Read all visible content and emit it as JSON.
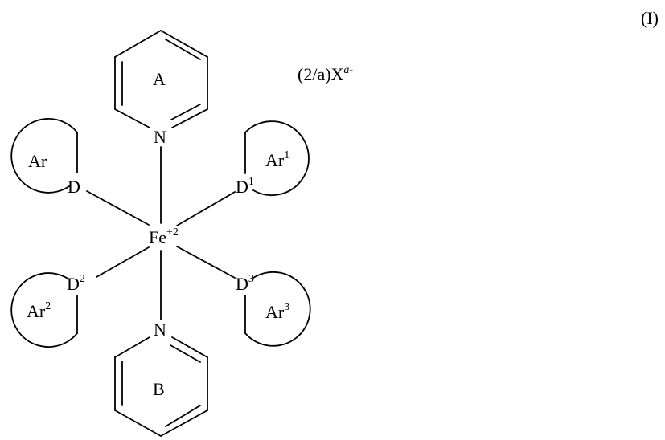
{
  "equation_number": "(I)",
  "counter_ion": {
    "prefix": "(2/a)X",
    "charge": "a-"
  },
  "metal": {
    "symbol": "Fe",
    "charge": "+2"
  },
  "pyridine_rings": [
    {
      "ring_label": "A",
      "heteroatom": "N"
    },
    {
      "ring_label": "B",
      "heteroatom": "N"
    }
  ],
  "ligands": [
    {
      "donor": "D",
      "donor_index": "",
      "aryl": "Ar",
      "aryl_index": ""
    },
    {
      "donor": "D",
      "donor_index": "1",
      "aryl": "Ar",
      "aryl_index": "1"
    },
    {
      "donor": "D",
      "donor_index": "2",
      "aryl": "Ar",
      "aryl_index": "2"
    },
    {
      "donor": "D",
      "donor_index": "3",
      "aryl": "Ar",
      "aryl_index": "3"
    }
  ]
}
